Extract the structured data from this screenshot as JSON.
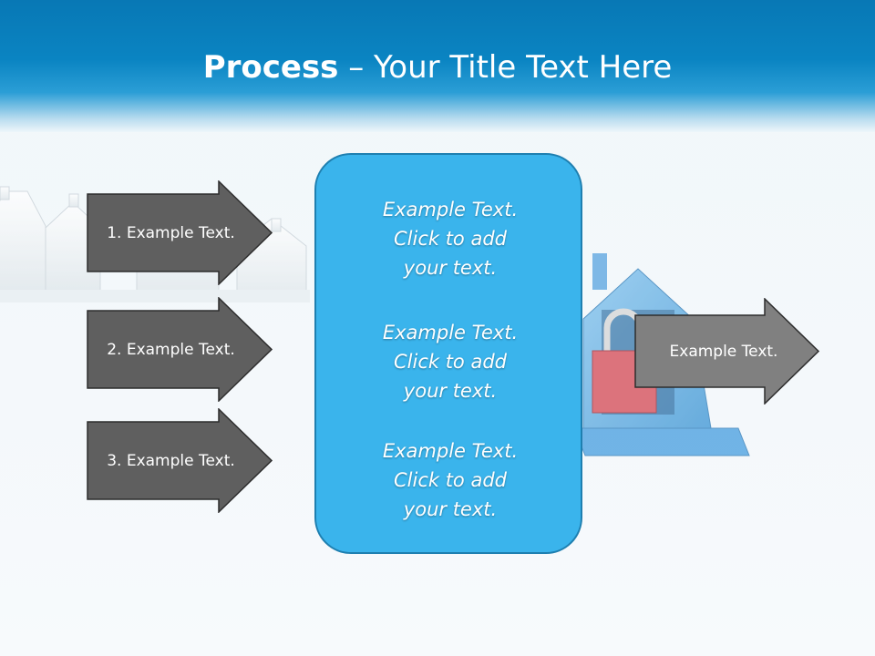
{
  "slide": {
    "title_bold": "Process",
    "title_rest": " – Your Title Text Here"
  },
  "input_arrows": [
    {
      "label": "1. Example Text."
    },
    {
      "label": "2. Example Text."
    },
    {
      "label": "3. Example Text."
    }
  ],
  "center_box": {
    "items": [
      {
        "line1": "Example Text.",
        "line2": "Click  to add",
        "line3": "your text."
      },
      {
        "line1": "Example Text.",
        "line2": "Click  to add",
        "line3": "your text."
      },
      {
        "line1": "Example Text.",
        "line2": "Click  to add",
        "line3": "your text."
      }
    ]
  },
  "output_arrow": {
    "label": "Example Text."
  },
  "colors": {
    "header": "#0a84c2",
    "input_arrow_fill": "#5f5f5f",
    "output_arrow_fill": "#808080",
    "center_fill": "#3ab4ec",
    "center_border": "#1e7fb0"
  },
  "icons": [
    "house-row-background",
    "padlock-house-icon"
  ]
}
